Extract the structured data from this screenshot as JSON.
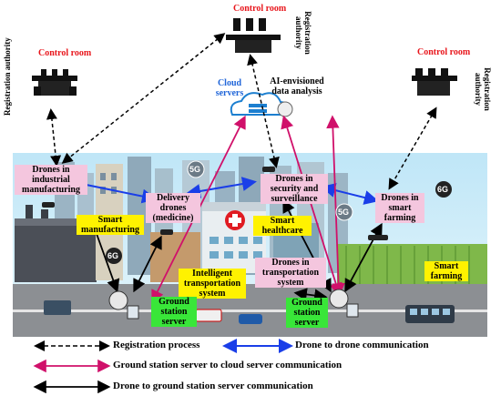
{
  "control_rooms": [
    {
      "label": "Control room",
      "authority": "Registration authority"
    },
    {
      "label": "Control room",
      "authority": "Registration authority"
    },
    {
      "label": "Control room",
      "authority": "Registration authority"
    }
  ],
  "cloud": {
    "label": "Cloud servers",
    "analysis": "AI-envisioned data analysis"
  },
  "drone_groups": {
    "industrial": "Drones in industrial manufacturing",
    "delivery": "Delivery drones (medicine)",
    "security": "Drones in security and surveillance",
    "farming": "Drones in smart farming",
    "transportation": "Drones in transportation system"
  },
  "domains": {
    "manufacturing": "Smart manufacturing",
    "healthcare": "Smart healthcare",
    "transportation": "Intelligent transportation system",
    "farming": "Smart farming"
  },
  "ground_stations": [
    "Ground station server",
    "Ground station server"
  ],
  "network_badges": {
    "a": "5G",
    "b": "6G",
    "c": "5G",
    "d": "6G"
  },
  "legend": {
    "registration": "Registration process",
    "drone_to_drone": "Drone to drone communication",
    "gss_to_cloud": "Ground station server to cloud server communication",
    "drone_to_gss": "Drone to ground station server communication"
  },
  "colors": {
    "black_arrow": "#000000",
    "blue_arrow": "#1a3ee8",
    "magenta_arrow": "#d0106a",
    "pink_label": "#f4c6de",
    "yellow_label": "#fff200",
    "green_label": "#39e639",
    "control_room_text": "#e8151b",
    "cloud_text": "#1e64d8"
  }
}
